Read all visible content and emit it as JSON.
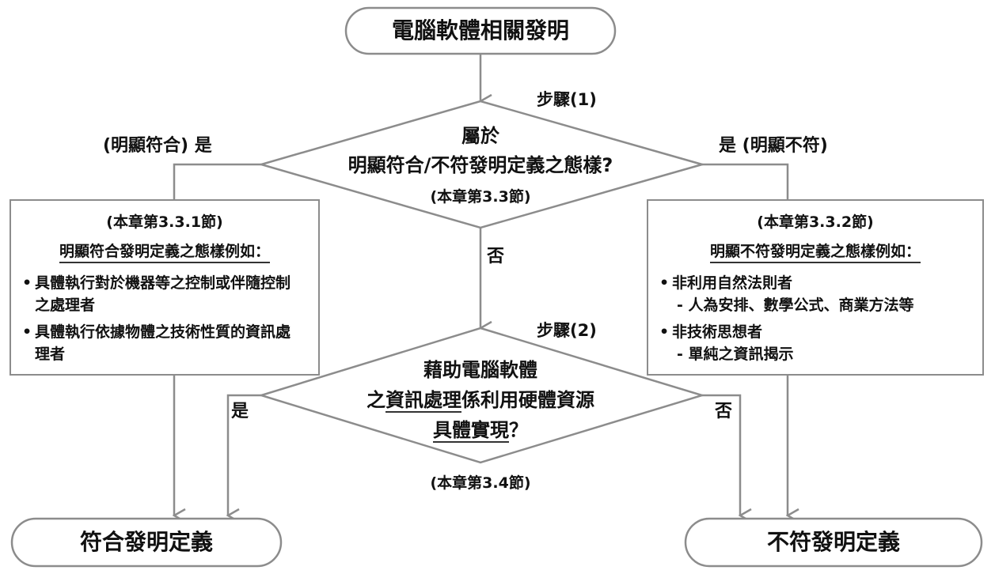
{
  "start": {
    "label": "電腦軟體相關發明"
  },
  "step1": {
    "step_label": "步驟(1)",
    "question_line1": "屬於",
    "question_line2": "明顯符合/不符發明定義之態樣?",
    "reference": "(本章第3.3節)",
    "yes_left_label": "(明顯符合) 是",
    "yes_right_label": "是 (明顯不符)",
    "no_label": "否"
  },
  "left_box": {
    "heading": "(本章第3.3.1節)",
    "subheading": "明顯符合發明定義之態樣例如：",
    "items": [
      "具體執行對於機器等之控制或伴隨控制之處理者",
      "具體執行依據物體之技術性質的資訊處理者"
    ]
  },
  "right_box": {
    "heading": "(本章第3.3.2節)",
    "subheading": "明顯不符發明定義之態樣例如：",
    "items": [
      {
        "main": "非利用自然法則者",
        "sub": "- 人為安排、數學公式、商業方法等"
      },
      {
        "main": "非技術思想者",
        "sub": "- 單純之資訊揭示"
      }
    ]
  },
  "step2": {
    "step_label": "步驟(2)",
    "question_line1": "藉助電腦軟體",
    "question_line2_pre": "之",
    "question_line2_u": "資訊處理",
    "question_line2_post": "係利用硬體資源",
    "question_line3_u": "具體實現",
    "question_line3_post": "？",
    "reference": "(本章第3.4節)",
    "yes_label": "是",
    "no_label": "否"
  },
  "end_left": {
    "label": "符合發明定義"
  },
  "end_right": {
    "label": "不符發明定義"
  }
}
